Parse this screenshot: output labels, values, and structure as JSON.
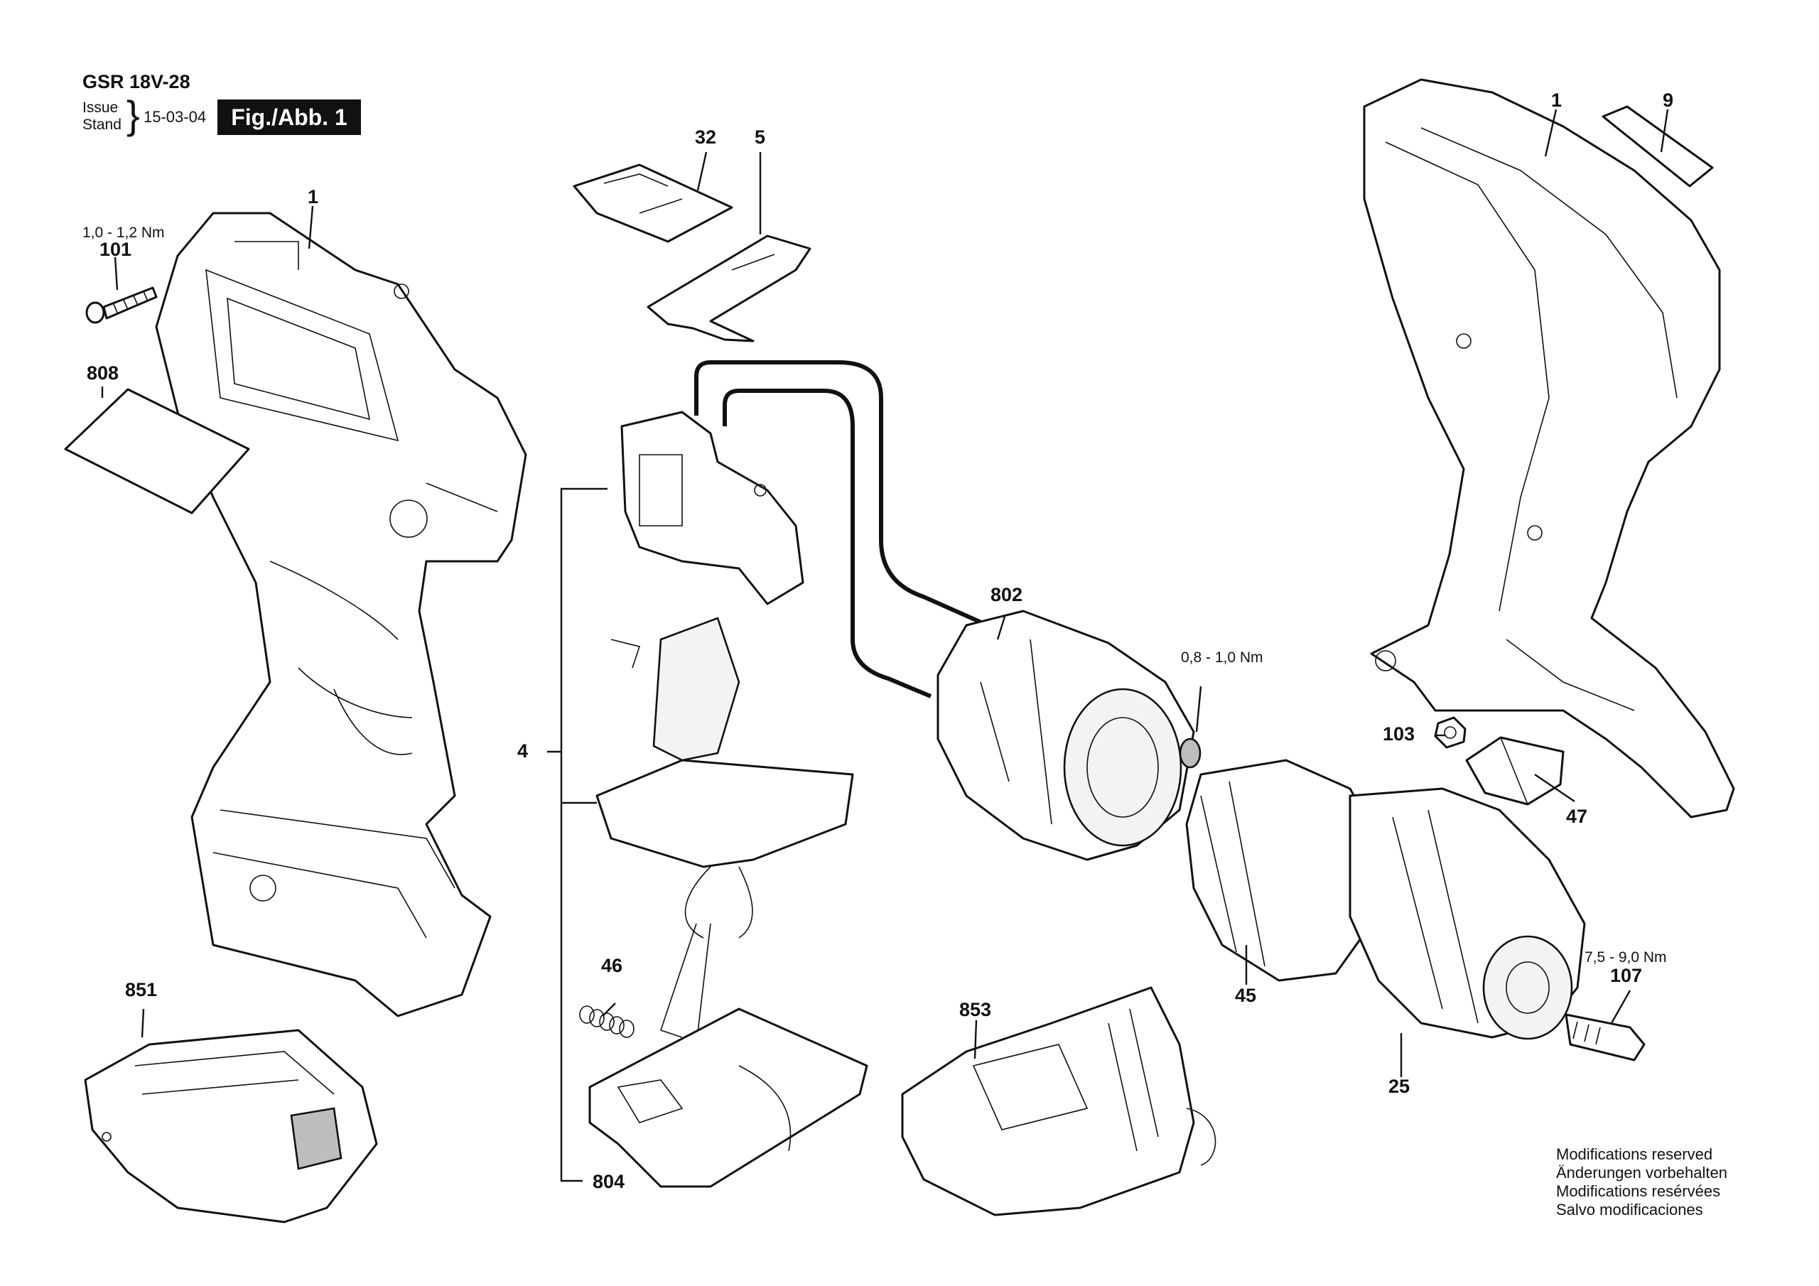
{
  "header": {
    "model": "GSR 18V-28",
    "issue_line1": "Issue",
    "issue_line2": "Stand",
    "date": "15-03-04",
    "figure": "Fig./Abb. 1"
  },
  "labels": {
    "p1_left": "1",
    "p1_right": "1",
    "p9": "9",
    "p32": "32",
    "p5": "5",
    "p101": "101",
    "p808": "808",
    "p802": "802",
    "p4": "4",
    "p103": "103",
    "p47": "47",
    "p46": "46",
    "p45": "45",
    "p851": "851",
    "p853": "853",
    "p107": "107",
    "p25": "25",
    "p804": "804"
  },
  "torques": {
    "t101": "1,0 - 1,2 Nm",
    "t802": "0,8 - 1,0 Nm",
    "t107": "7,5 - 9,0 Nm"
  },
  "notice": [
    "Modifications reserved",
    "Änderungen vorbehalten",
    "Modifications resérvées",
    "Salvo modificaciones"
  ]
}
